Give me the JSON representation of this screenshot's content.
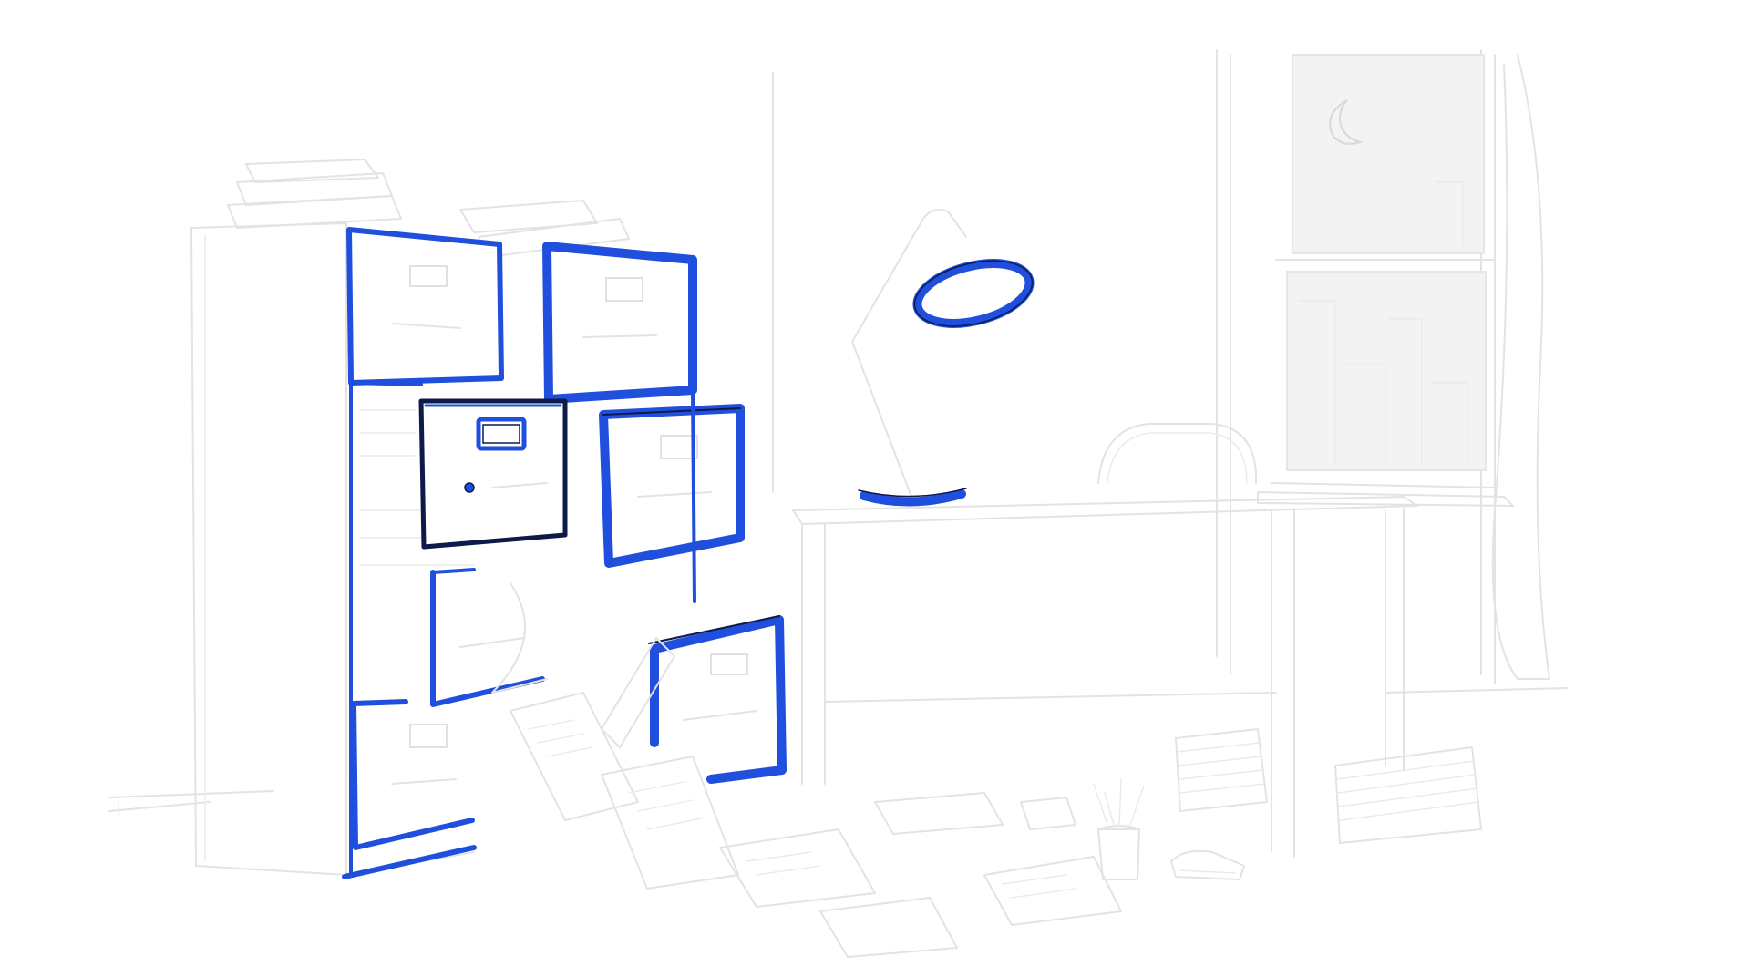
{
  "scene": {
    "description_visible_text": "",
    "colors": {
      "accent_blue": "#1f4fdc",
      "outline_dark": "#0d1a4a",
      "sketch_gray": "#e3e3e3",
      "window_fill": "#f3f3f3",
      "background": "#ffffff"
    },
    "objects": [
      "filing-cabinet",
      "desk-lamp",
      "office-desk",
      "office-chair",
      "night-window",
      "scattered-papers",
      "pencil-cup",
      "stapler",
      "paper-stacks"
    ]
  }
}
